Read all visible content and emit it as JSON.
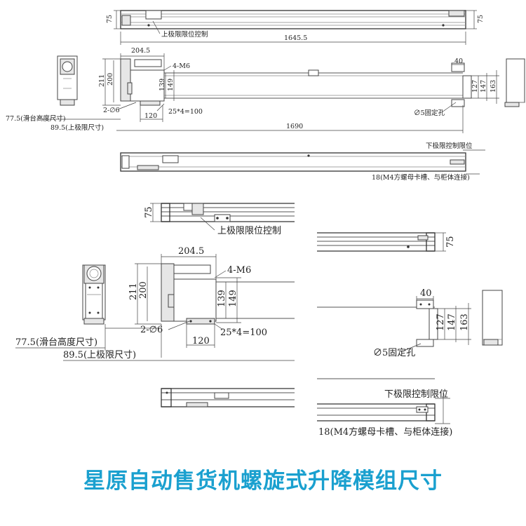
{
  "top": {
    "dim_75_left": "75",
    "dim_75_right": "75",
    "label_upper_limit": "上极限限位控制",
    "dim_length": "1645.5"
  },
  "middle": {
    "dim_204_5": "204.5",
    "dim_4m6": "4-M6",
    "dim_211": "211",
    "dim_200": "200",
    "dim_139": "139",
    "dim_149": "149",
    "dim_2phi6": "2-∅6",
    "dim_25x4": "25*4=100",
    "dim_120": "120",
    "dim_40": "40",
    "dim_127": "127",
    "dim_147": "147",
    "dim_163": "163",
    "label_phi5": "∅5固定孔",
    "label_77_5": "77.5(滑台高度尺寸)",
    "label_89_5": "89.5(上极限尺寸)",
    "dim_1690": "1690"
  },
  "bottom": {
    "label_lower_limit": "下极限控制限位",
    "label_18": "18(M4方螺母卡槽、与柜体连接)"
  },
  "detail": {
    "dim_75_a": "75",
    "label_upper_limit": "上极限限位控制",
    "dim_75_b": "75",
    "dim_204_5": "204.5",
    "dim_4m6": "4-M6",
    "dim_211": "211",
    "dim_200": "200",
    "dim_139": "139",
    "dim_149": "149",
    "dim_40": "40",
    "dim_127": "127",
    "dim_147": "147",
    "dim_163": "163",
    "dim_2phi6": "2-∅6",
    "dim_25x4": "25*4=100",
    "label_77_5": "77.5(滑台高度尺寸)",
    "dim_120": "120",
    "label_89_5": "89.5(上极限尺寸)",
    "label_phi5": "∅5固定孔",
    "label_lower_limit": "下极限控制限位",
    "label_18": "18(M4方螺母卡槽、与柜体连接)"
  },
  "caption": "星原自动售货机螺旋式升降模组尺寸",
  "colors": {
    "caption": "#1aa0cf",
    "line": "#444444"
  }
}
